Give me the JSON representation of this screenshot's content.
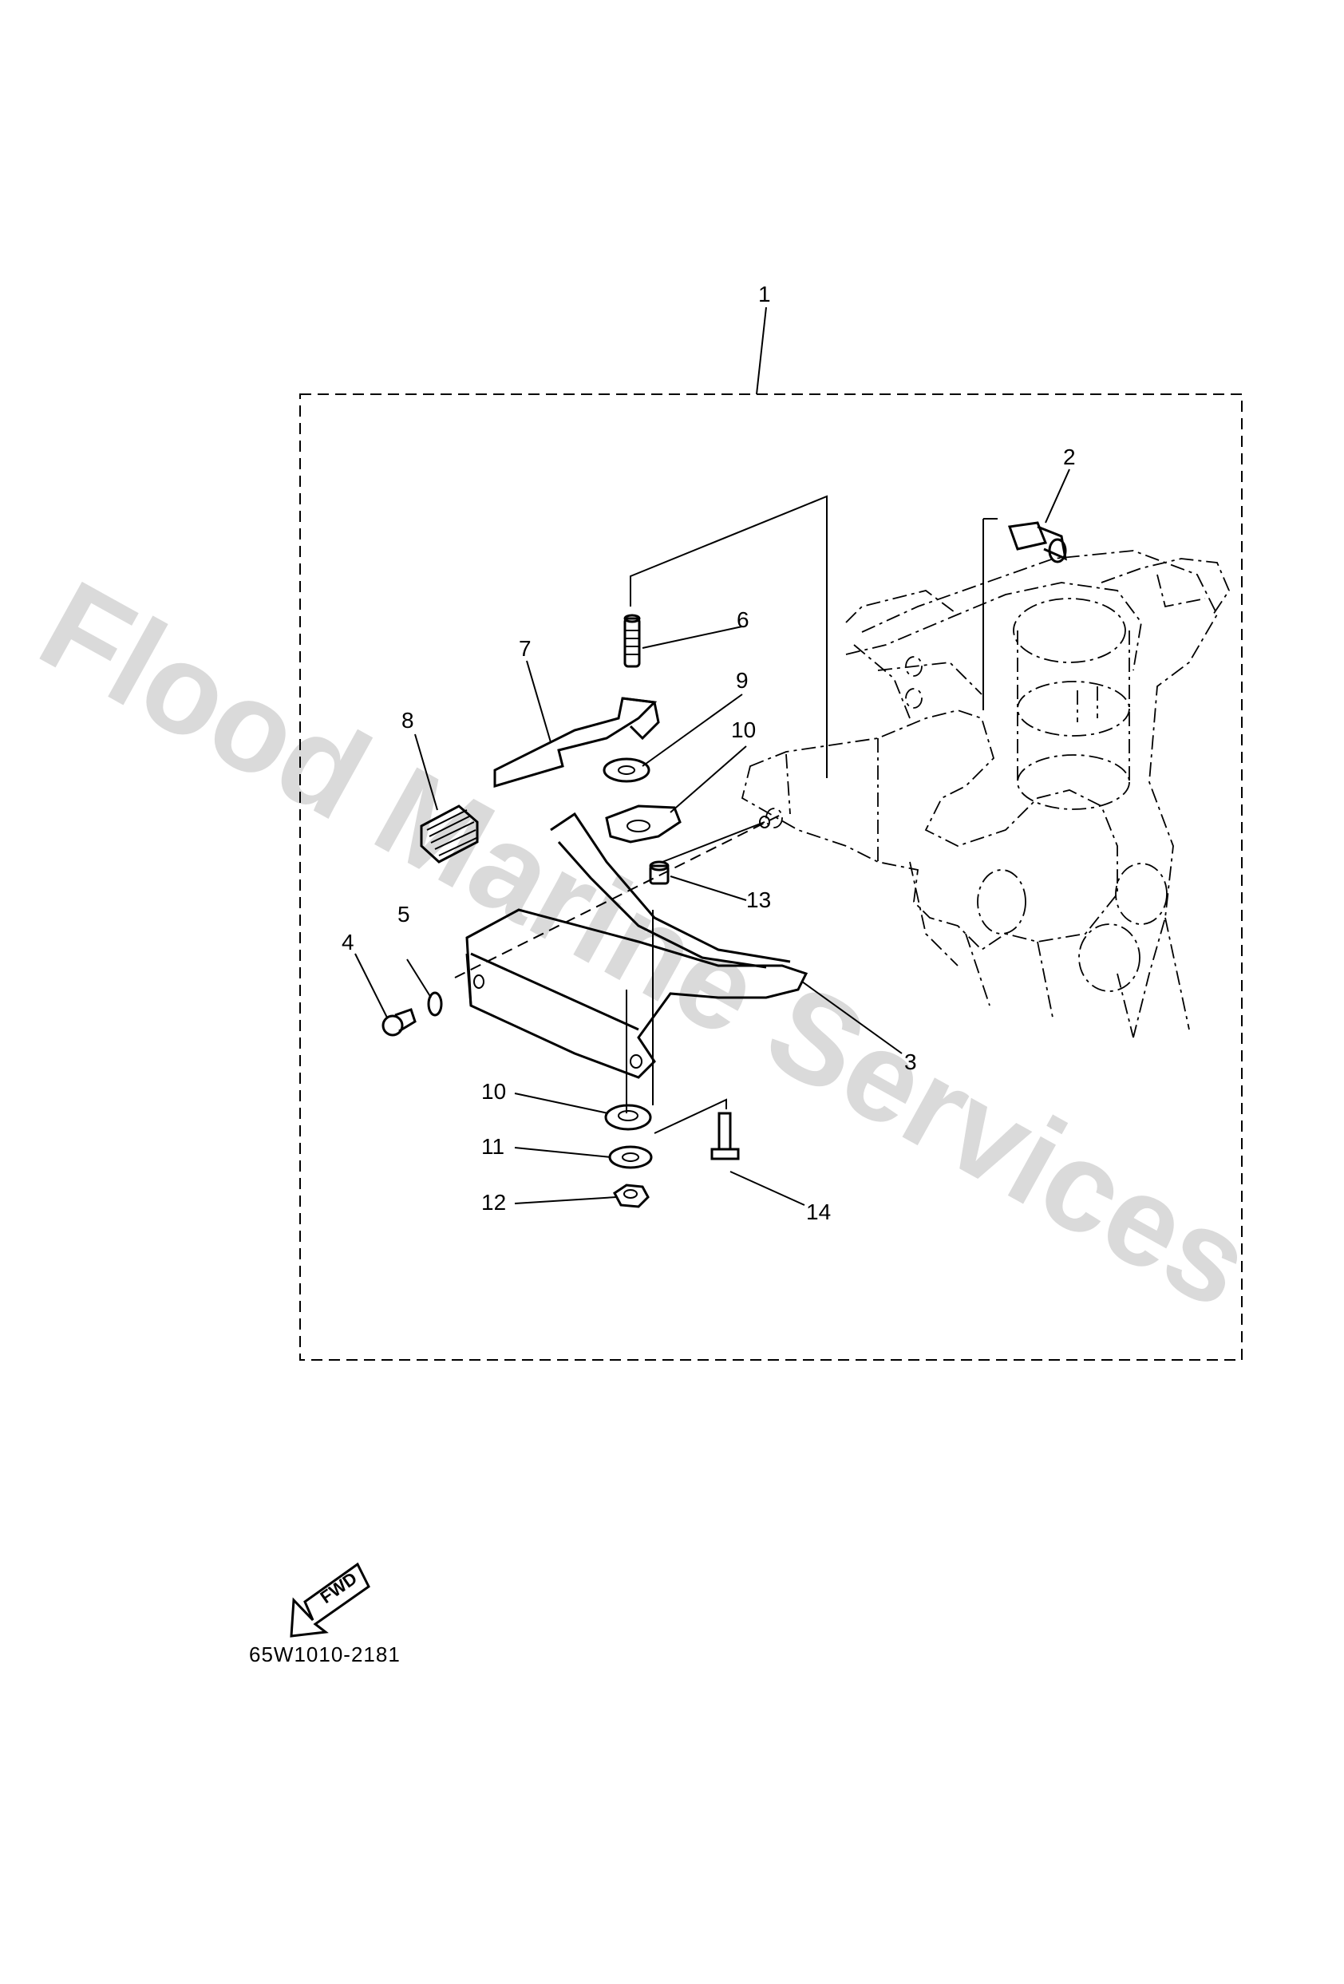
{
  "watermark": "Flood Marine Services",
  "part_code": "65W1010-2181",
  "fwd_label": "FWD",
  "callouts": [
    "1",
    "2",
    "3",
    "4",
    "5",
    "6",
    "7",
    "8",
    "9",
    "10",
    "10",
    "11",
    "12",
    "13",
    "14"
  ]
}
